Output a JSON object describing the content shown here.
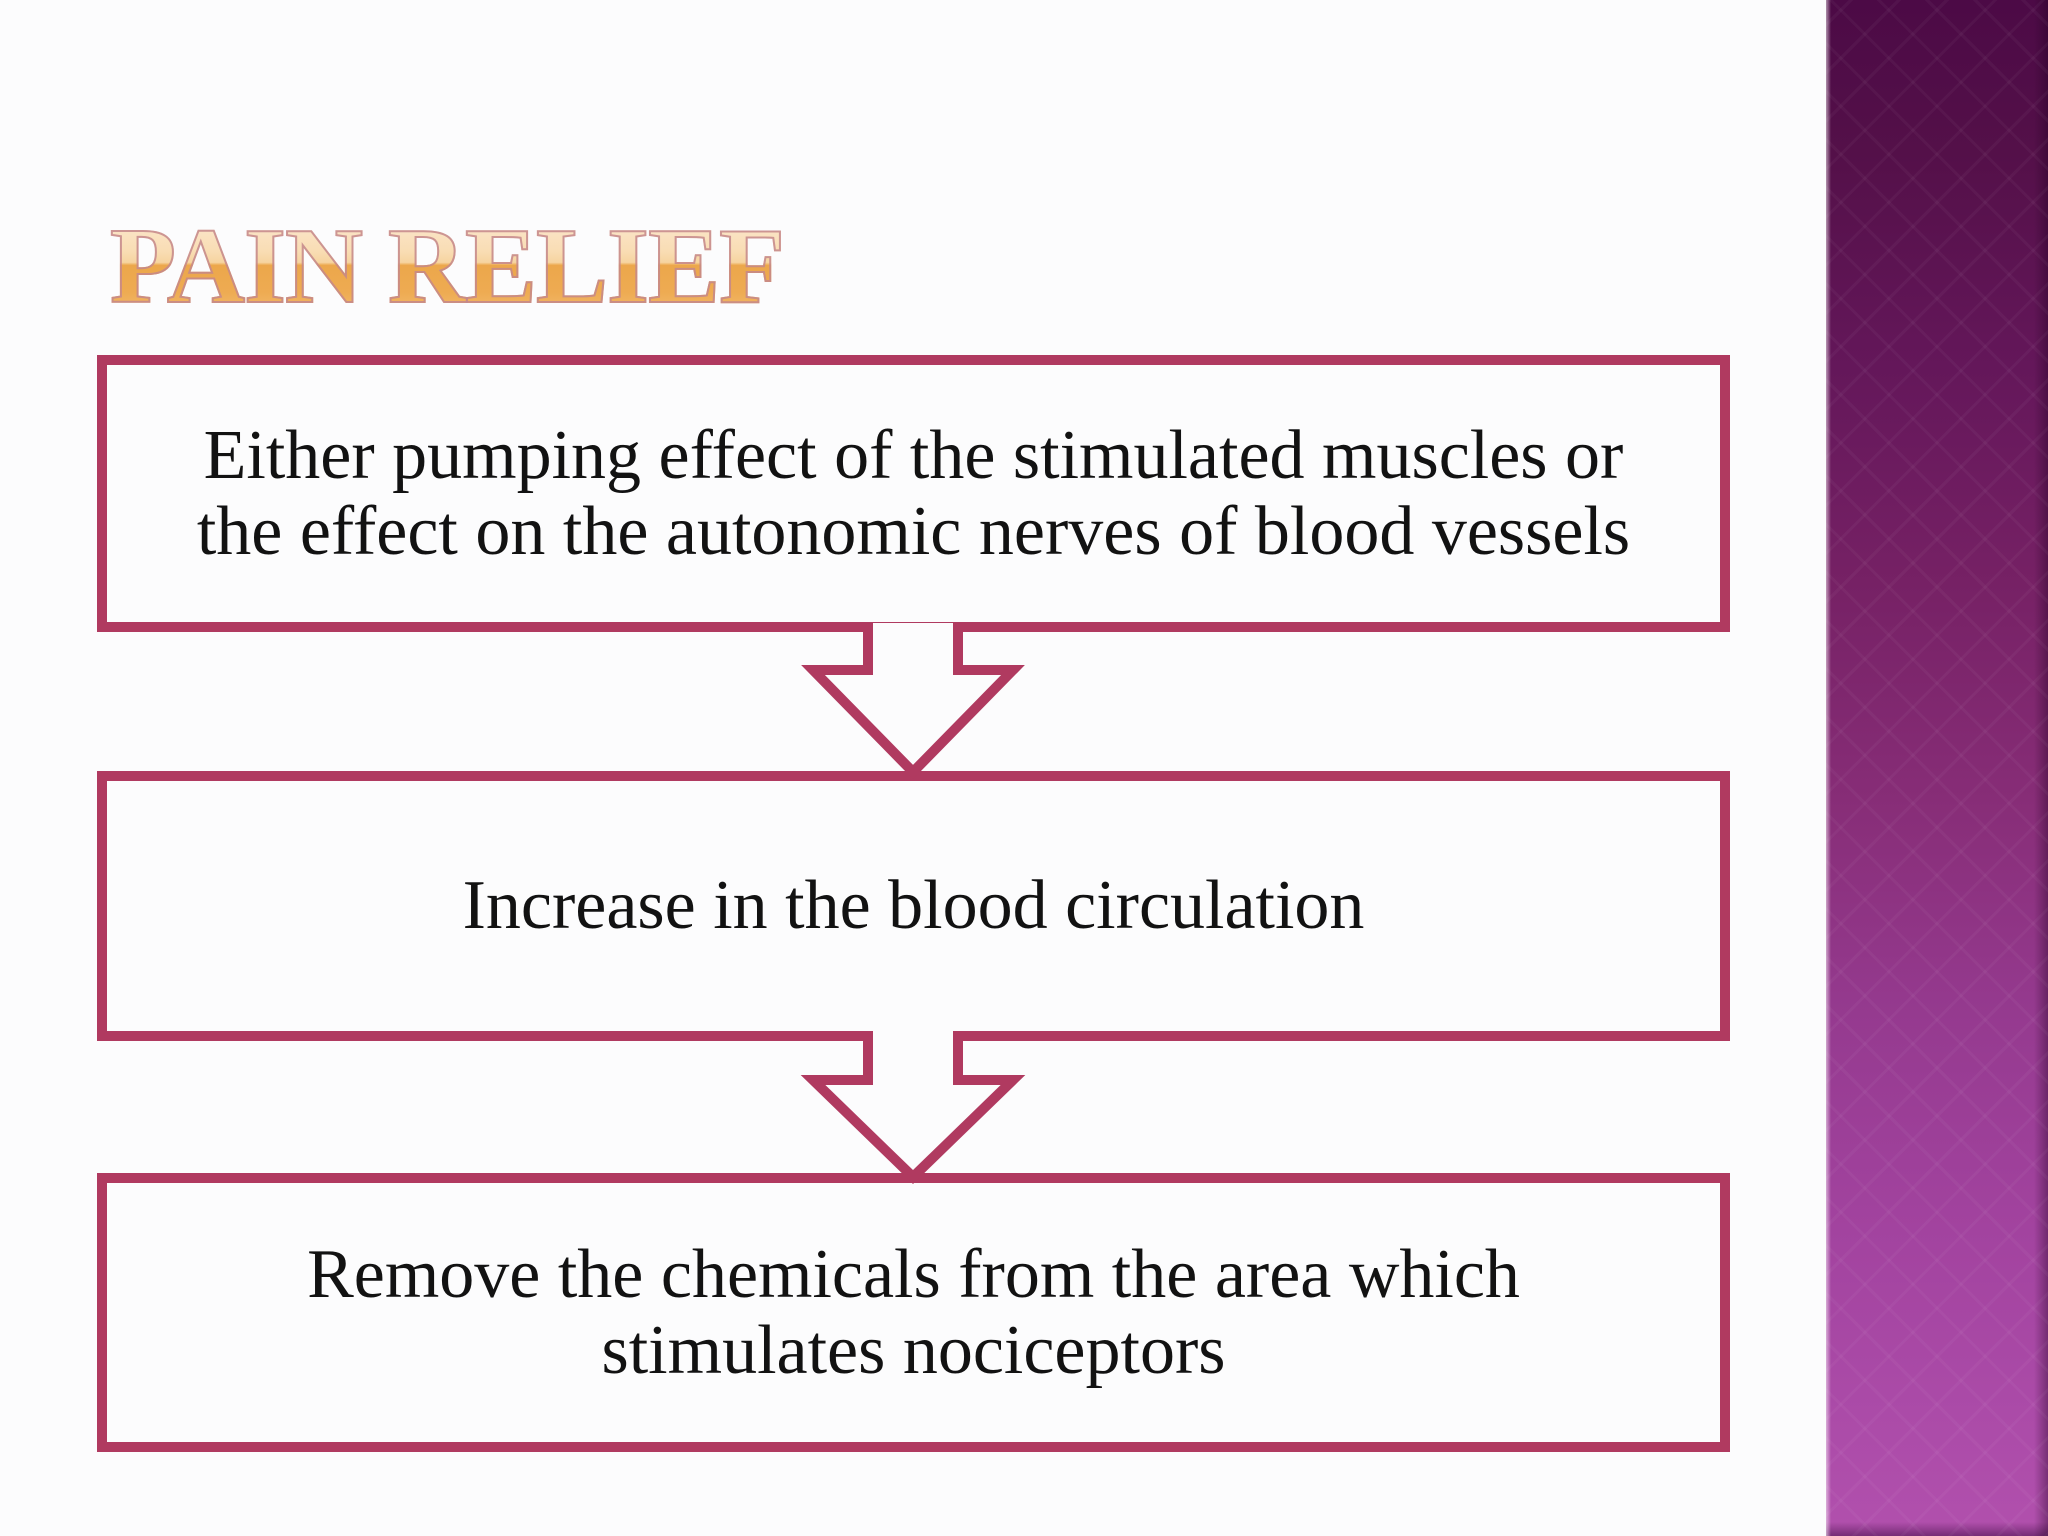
{
  "slide": {
    "title": "PAIN RELIEF"
  },
  "flow": {
    "boxes": [
      {
        "lines": [
          "Either pumping effect of the stimulated muscles or",
          "the effect on the autonomic nerves of blood vessels"
        ]
      },
      {
        "lines": [
          "Increase in the blood circulation"
        ]
      },
      {
        "lines": [
          "Remove the chemicals from the area which",
          "stimulates nociceptors"
        ]
      }
    ],
    "connectors": [
      {
        "type": "down-arrow",
        "from": "box-1",
        "to": "box-2"
      },
      {
        "type": "down-arrow",
        "from": "box-2",
        "to": "box-3"
      }
    ]
  },
  "colors": {
    "box_border": "#b03a60",
    "box_fill": "#fcfcfd",
    "text": "#121212",
    "title_gradient_top": "#fbe9d4",
    "title_gradient_mid": "#eca74b",
    "title_gradient_bottom": "#f4c07b",
    "title_outline": "#c4878b",
    "accent_bar_top": "#4c0a46",
    "accent_bar_bottom": "#b150ad",
    "background": "#fcfcfd"
  }
}
